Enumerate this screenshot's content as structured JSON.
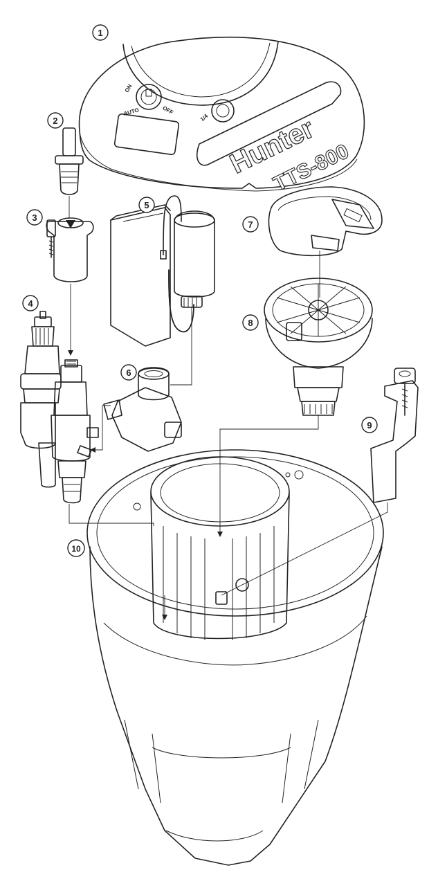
{
  "lid": {
    "logo": "Hunter",
    "model": "TTS-800",
    "dial_labels": [
      "AUTO",
      "OFF",
      "ON"
    ],
    "angle_label": "1/4"
  },
  "callouts": [
    {
      "number": "1",
      "part": "lid"
    },
    {
      "number": "2",
      "part": "pilot-valve"
    },
    {
      "number": "3",
      "part": "solenoid-adapter"
    },
    {
      "number": "4",
      "part": "valve-assembly"
    },
    {
      "number": "5",
      "part": "battery-and-solenoid"
    },
    {
      "number": "6",
      "part": "swing-joint-fitting"
    },
    {
      "number": "7",
      "part": "retaining-ring"
    },
    {
      "number": "8",
      "part": "rotor-mechanism"
    },
    {
      "number": "9",
      "part": "mounting-bracket"
    },
    {
      "number": "10",
      "part": "body-housing"
    }
  ],
  "colors": {
    "pilot_valve": "#f4c542",
    "solenoid_adapter": "#ec6b73",
    "battery": "#f5ec2f",
    "solenoid": "#6e6e6e",
    "wire": "#d9262e",
    "fitting": "#e8dcc2",
    "valve_body": "#8b6a5e",
    "valve_cap": "#4fa88d",
    "bracket": "#9fd8cb",
    "line": "#222222"
  }
}
